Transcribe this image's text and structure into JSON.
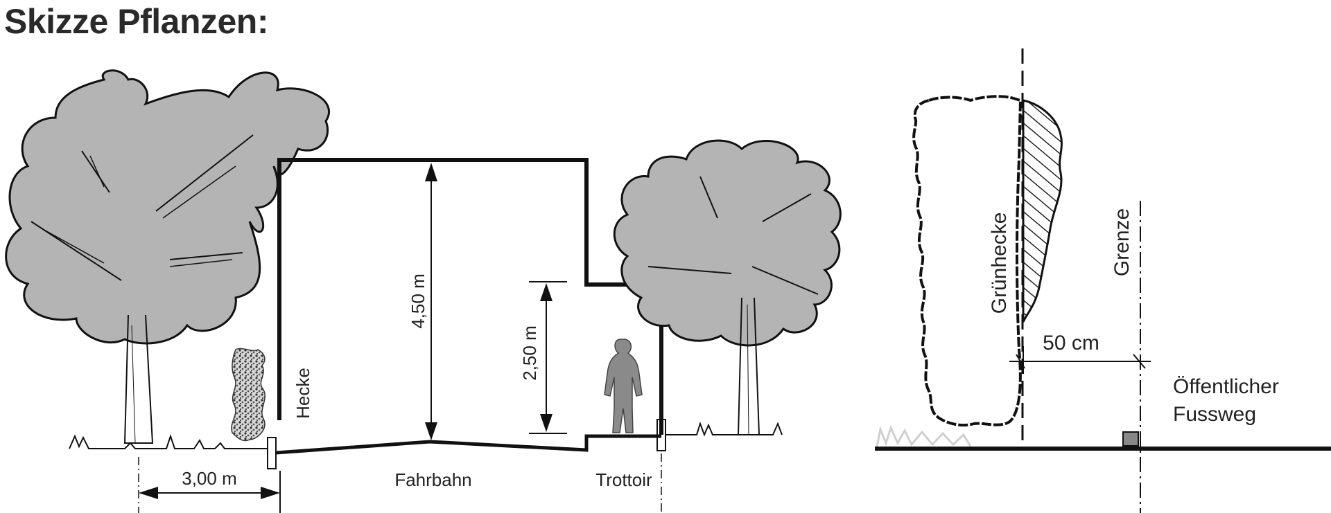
{
  "title": "Skizze Pflanzen:",
  "left_sketch": {
    "labels": {
      "hedge": "Hecke",
      "height_road": "4,50 m",
      "height_sidewalk": "2,50 m",
      "distance": "3,00 m",
      "road": "Fahrbahn",
      "sidewalk": "Trottoir"
    }
  },
  "right_sketch": {
    "labels": {
      "hedge": "Grünhecke",
      "boundary": "Grenze",
      "distance": "50 cm",
      "footpath_line1": "Öffentlicher",
      "footpath_line2": "Fussweg"
    }
  },
  "colors": {
    "tree_fill": "#b4b4b4",
    "line": "#111111",
    "text": "#222222"
  }
}
